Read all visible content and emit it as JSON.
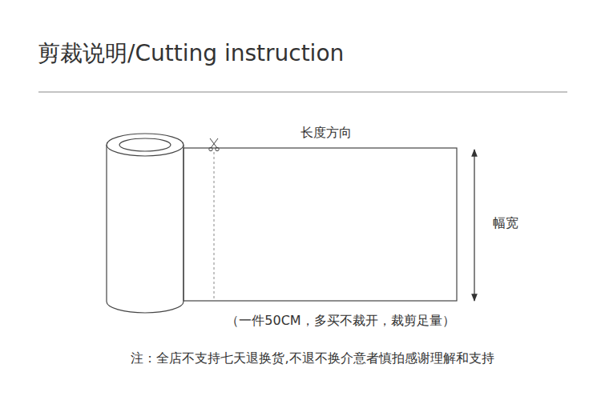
{
  "diagram": {
    "title": "剪裁说明/Cutting instruction",
    "labels": [
      "长度方向",
      "幅宽",
      "（一件50CM，多买不裁开，裁剪足量）",
      "注：全店不支持七天退换货,不退不换介意者慎拍感谢理解和支持"
    ]
  }
}
